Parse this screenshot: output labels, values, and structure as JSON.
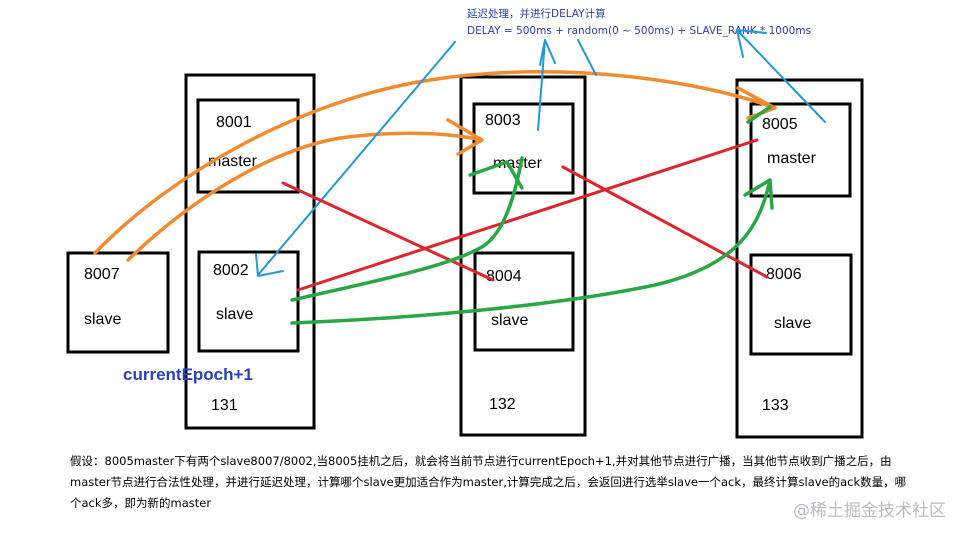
{
  "note": {
    "line1": "延迟处理，并进行DELAY计算",
    "line2": "DELAY = 500ms + random(0 ~ 500ms) + SLAVE_RANK * 1000ms"
  },
  "epoch_label": "currentEpoch+1",
  "servers": [
    {
      "id": "131",
      "label": "131"
    },
    {
      "id": "132",
      "label": "132"
    },
    {
      "id": "133",
      "label": "133"
    }
  ],
  "nodes": {
    "n8001": {
      "port": "8001",
      "role": "master"
    },
    "n8002": {
      "port": "8002",
      "role": "slave"
    },
    "n8003": {
      "port": "8003",
      "role": "master"
    },
    "n8004": {
      "port": "8004",
      "role": "slave"
    },
    "n8005": {
      "port": "8005",
      "role": "master"
    },
    "n8006": {
      "port": "8006",
      "role": "slave"
    },
    "n8007": {
      "port": "8007",
      "role": "slave"
    }
  },
  "caption": "假设：8005master下有两个slave8007/8002,当8005挂机之后，就会将当前节点进行currentEpoch+1,并对其他节点进行广播，当其他节点收到广播之后，由master节点进行合法性处理，并进行延迟处理，计算哪个slave更加适合作为master,计算完成之后，会返回进行选举slave一个ack，最终计算slave的ack数量，哪个ack多，即为新的master",
  "watermark": "@稀土掘金技术社区",
  "colors": {
    "orange": "#f28a2e",
    "blue": "#1f9ad6",
    "red": "#e0242c",
    "green": "#28a745",
    "epoch": "#2b3fb8",
    "note": "#2b3fb8"
  }
}
